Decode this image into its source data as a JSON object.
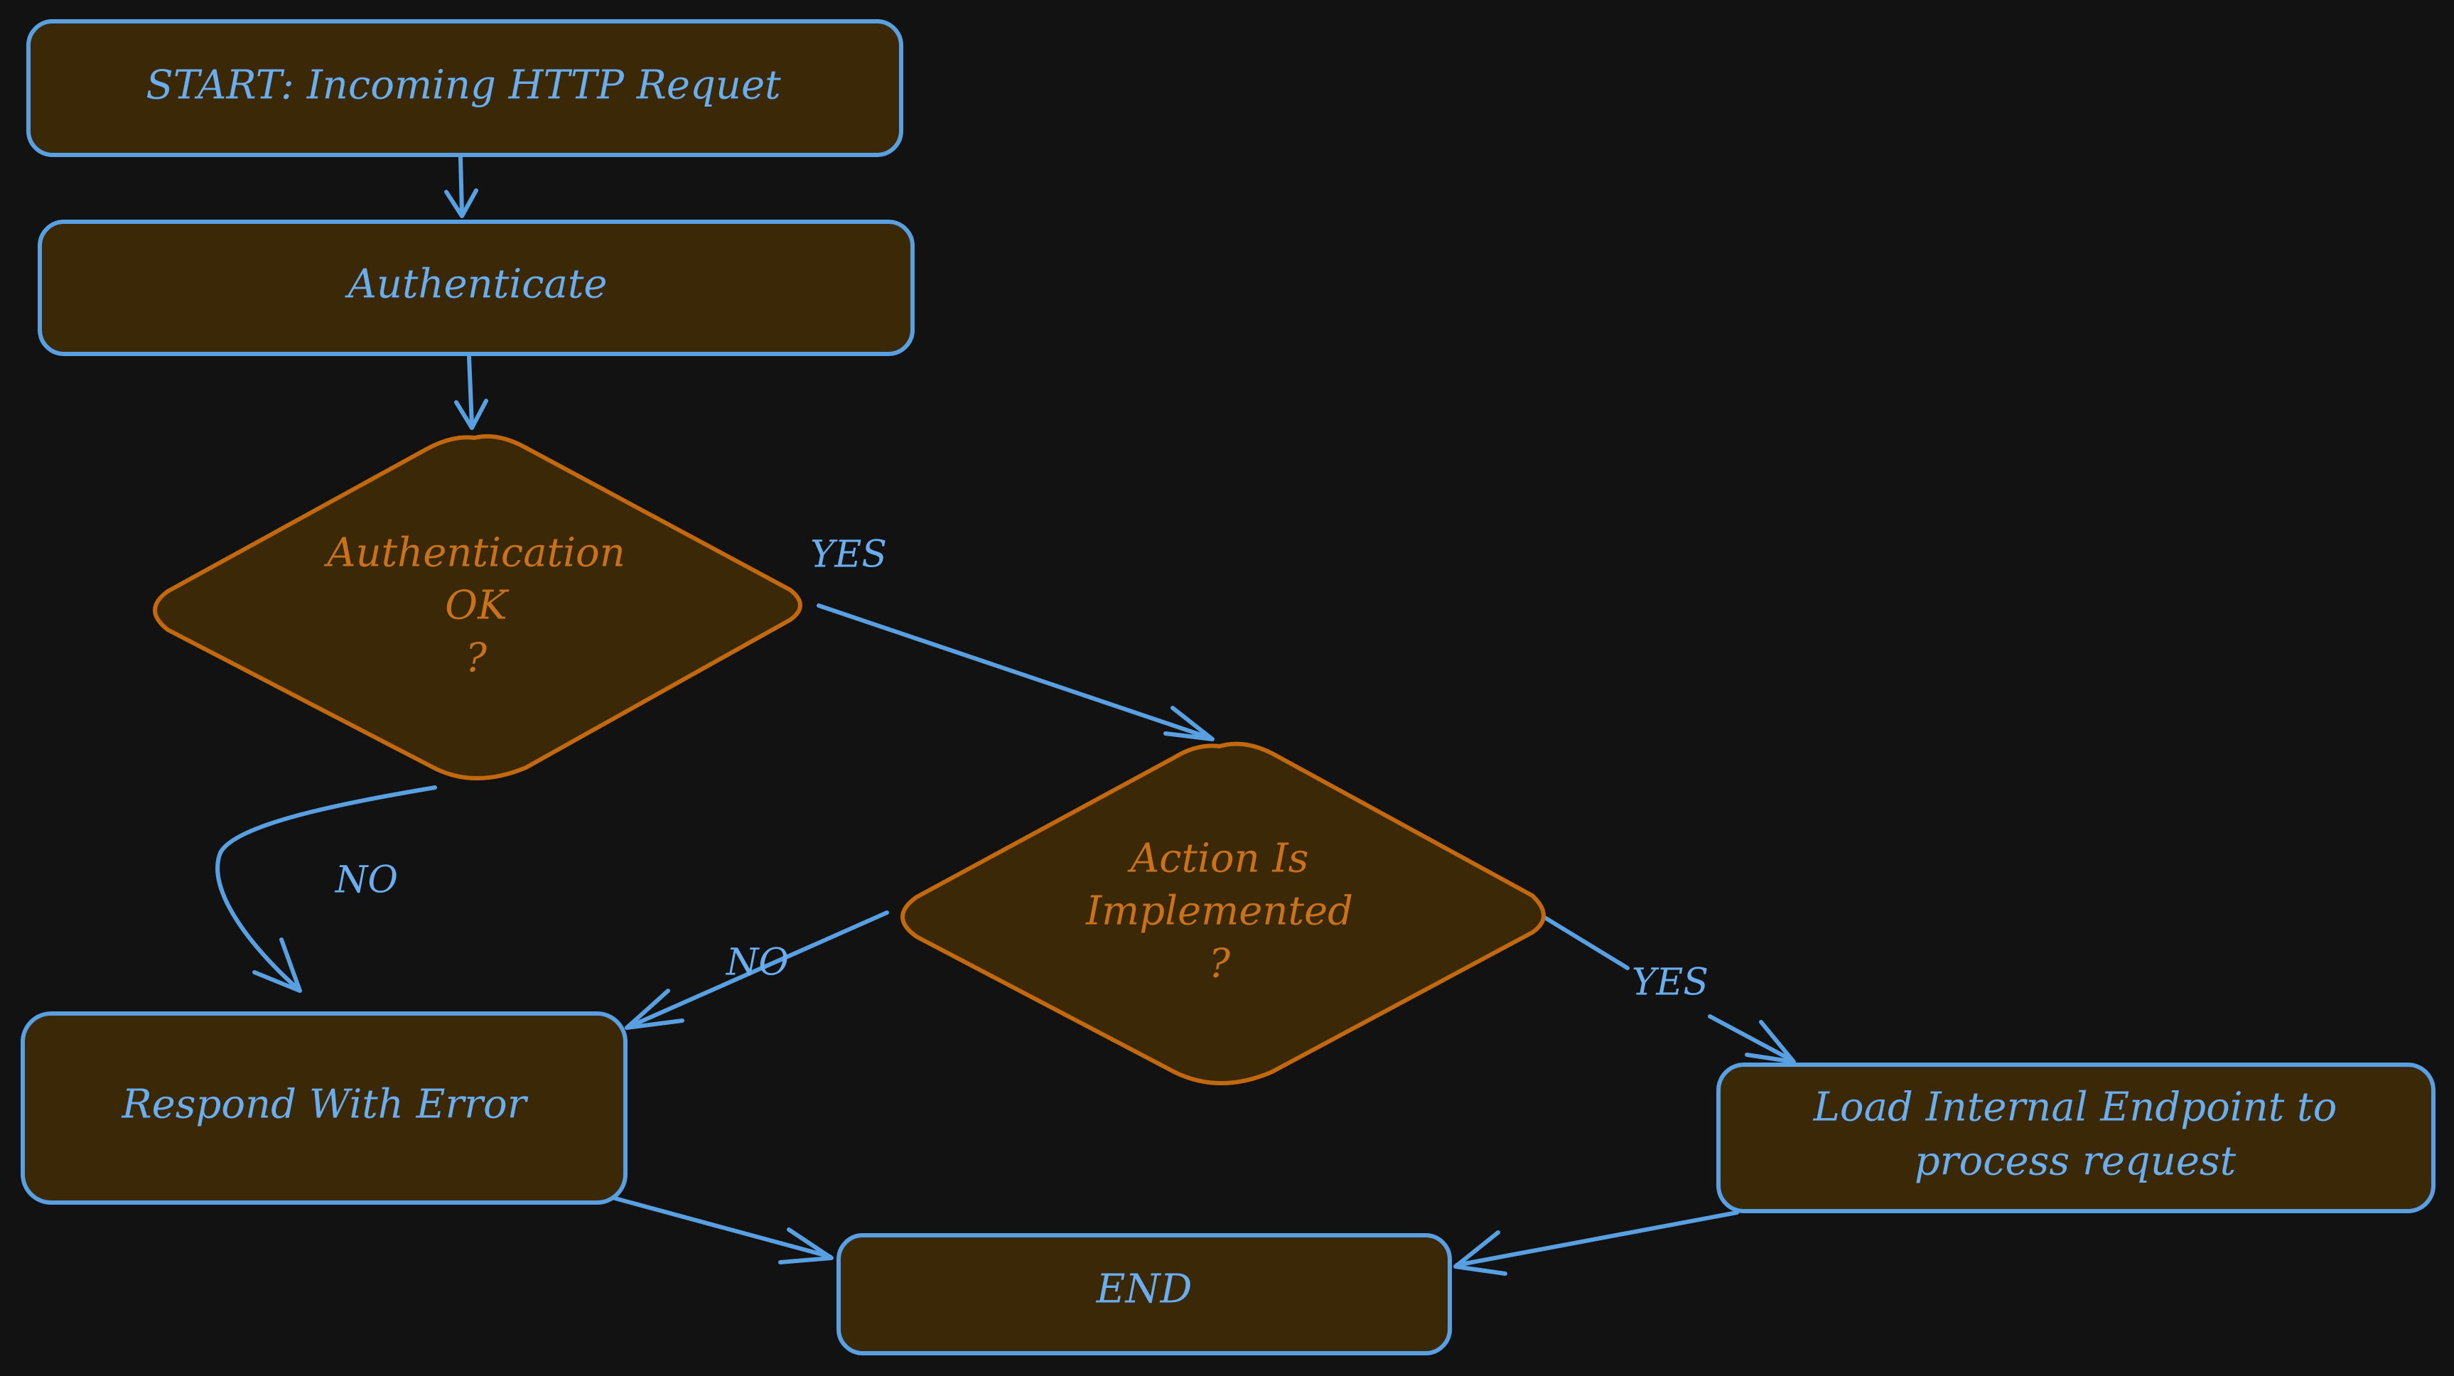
{
  "diagram": {
    "nodes": {
      "start": {
        "label": "START: Incoming HTTP Requet"
      },
      "authenticate": {
        "label": "Authenticate"
      },
      "auth_ok": {
        "lines": [
          "Authentication",
          "OK",
          "?"
        ]
      },
      "action_implemented": {
        "lines": [
          "Action Is",
          "Implemented",
          "?"
        ]
      },
      "respond_error": {
        "label": "Respond With Error"
      },
      "load_endpoint": {
        "lines": [
          "Load Internal Endpoint to",
          "process request"
        ]
      },
      "end": {
        "label": "END"
      }
    },
    "edges": {
      "auth_ok_yes": "YES",
      "auth_ok_no": "NO",
      "action_no": "NO",
      "action_yes": "YES"
    },
    "colors": {
      "background": "#121212",
      "node_fill": "#3a2807",
      "box_stroke": "#58a0e2",
      "decision_stroke": "#c2690f",
      "box_text": "#6aaef0",
      "decision_text": "#c9721b"
    }
  }
}
